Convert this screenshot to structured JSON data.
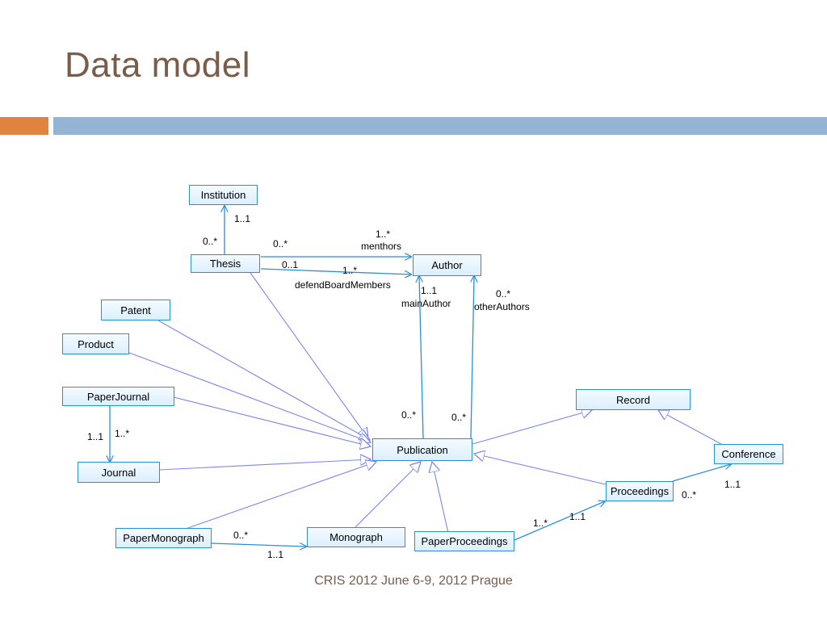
{
  "slide": {
    "title": "Data model",
    "footer": "CRIS 2012 June 6-9, 2012  Prague"
  },
  "colors": {
    "title": "#7a5c4b",
    "accent_orange": "#e0833f",
    "accent_blue": "#93b4d3",
    "box_border": "#2b8fd6",
    "generalization_line": "#7b87e8",
    "association_line": "#2b8fd6"
  },
  "classes": {
    "institution": "Institution",
    "thesis": "Thesis",
    "author": "Author",
    "patent": "Patent",
    "product": "Product",
    "paperjournal": "PaperJournal",
    "journal": "Journal",
    "publication": "Publication",
    "record": "Record",
    "conference": "Conference",
    "proceedings": "Proceedings",
    "papermonograph": "PaperMonograph",
    "monograph": "Monograph",
    "paperproceedings": "PaperProceedings"
  },
  "labels": {
    "thesis_institution_target": "1..1",
    "thesis_institution_source": "0..*",
    "thesis_author_menthors_source": "0..*",
    "thesis_author_menthors_target": "1..*",
    "menthors_role": "menthors",
    "thesis_author_board_source": "0..1",
    "thesis_author_board_target": "1..*",
    "board_role": "defendBoardMembers",
    "mainauthor_mult": "1..1",
    "mainauthor_role": "mainAuthor",
    "otherauthors_mult": "0..*",
    "otherauthors_role": "otherAuthors",
    "pub_mainauthor_source": "0..*",
    "pub_otherauthors_source": "0..*",
    "paperjournal_journal_target": "1..1",
    "paperjournal_journal_source": "1..*",
    "papermonograph_source": "0..*",
    "papermonograph_target": "1..1",
    "paperproceedings_source": "1..*",
    "paperproceedings_target": "1..1",
    "proceedings_conference_source": "0..*",
    "proceedings_conference_target": "1..1"
  }
}
